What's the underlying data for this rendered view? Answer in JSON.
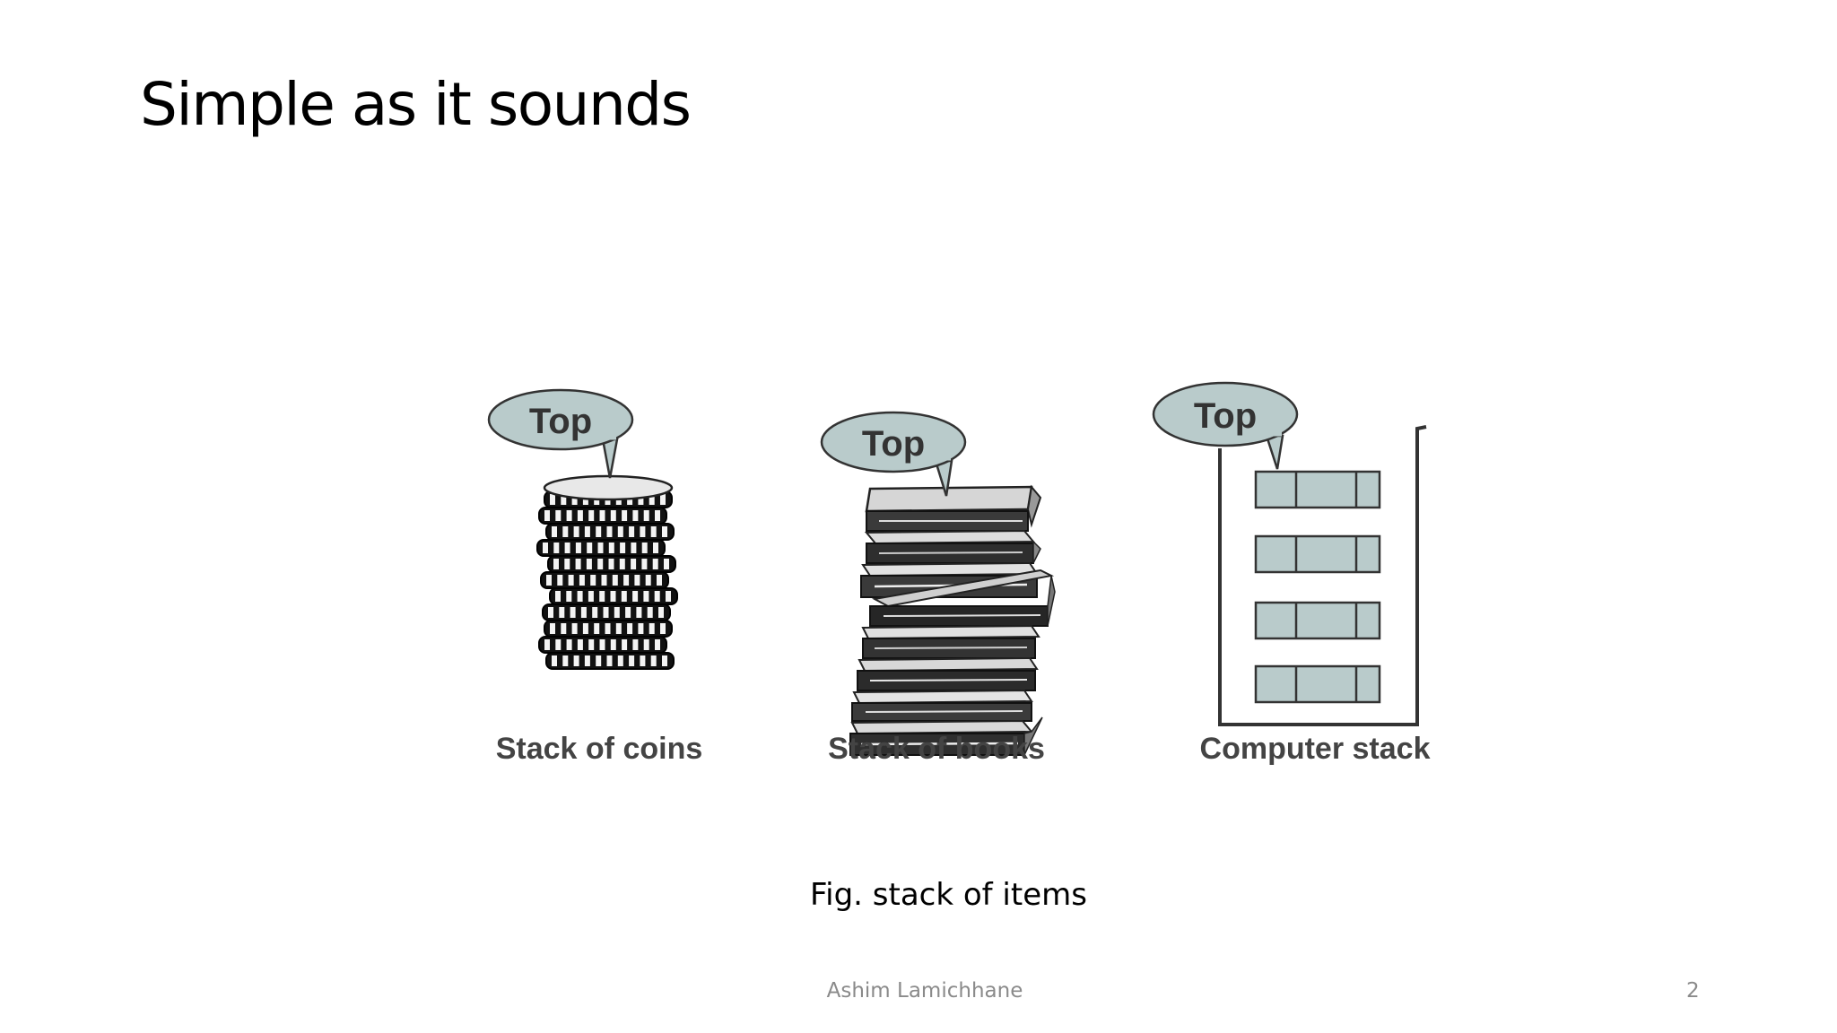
{
  "slide": {
    "title": "Simple as it sounds",
    "figure": {
      "items": [
        {
          "bubble": "Top",
          "label": "Stack of coins"
        },
        {
          "bubble": "Top",
          "label": "Stack of books"
        },
        {
          "bubble": "Top",
          "label": "Computer stack"
        }
      ],
      "caption": "Fig. stack of items"
    },
    "footer": {
      "author": "Ashim Lamichhane",
      "page_number": "2"
    }
  },
  "colors": {
    "bubble_fill": "#b9cbcb",
    "slot_fill": "#b9cbcb",
    "label_text": "#444444",
    "footer_text": "#8a8a8a"
  }
}
